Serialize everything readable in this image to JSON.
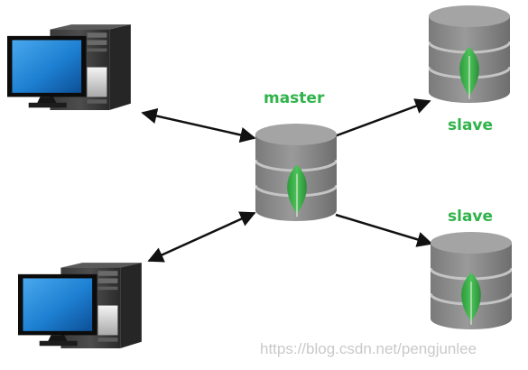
{
  "nodes": {
    "master_label": "master",
    "slave_1_label": "slave",
    "slave_2_label": "slave"
  },
  "watermark": "https://blog.csdn.net/pengjunlee",
  "colors": {
    "label_green": "#2fb34a",
    "leaf_green": "#3aa845",
    "db_gray": "#8a8a8a",
    "monitor_blue": "#1d7fd1",
    "arrow": "#111111"
  },
  "icons": [
    "computer-icon",
    "database-icon",
    "mongodb-leaf-icon",
    "bidirectional-arrow-icon",
    "arrow-icon"
  ]
}
